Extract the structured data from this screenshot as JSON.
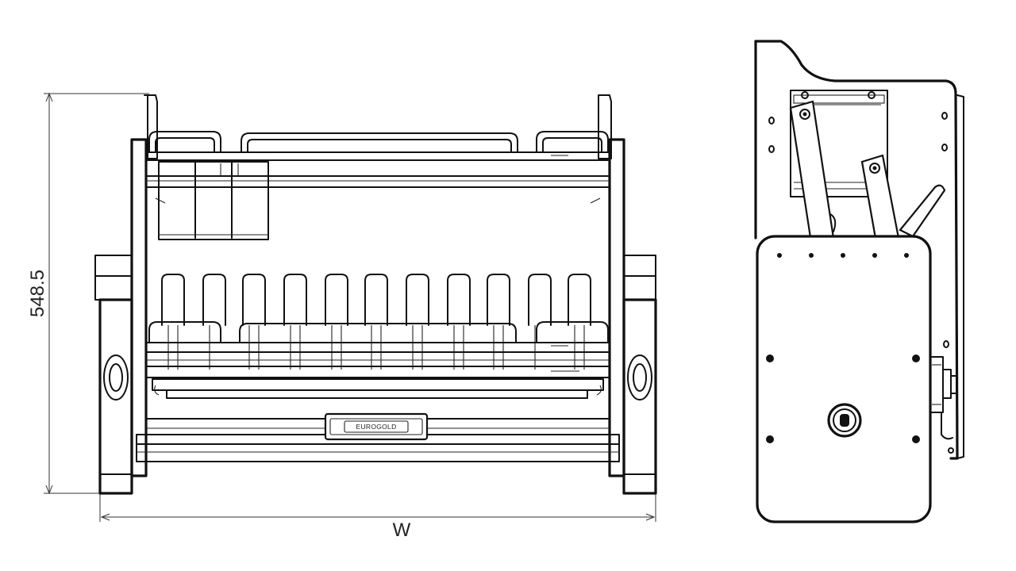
{
  "dimensions": {
    "height_label": "548.5",
    "width_label": "W"
  },
  "product": {
    "brand_plate": "EUROGOLD"
  },
  "colors": {
    "line": "#111111",
    "background": "#ffffff"
  }
}
